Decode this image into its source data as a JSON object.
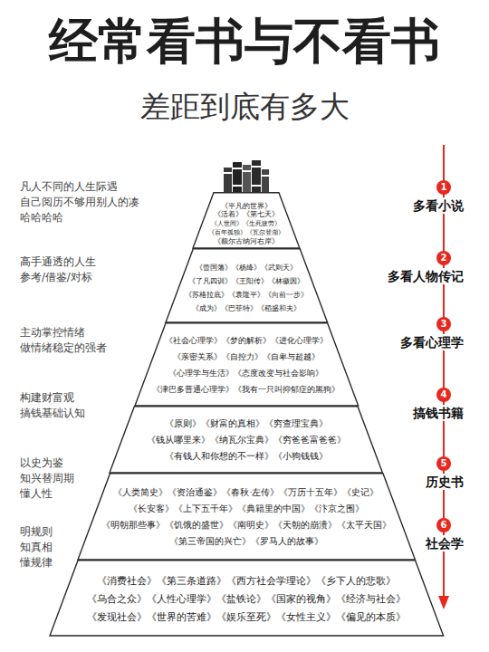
{
  "diagram": {
    "title": "经常看书与不看书",
    "nodes": [
      {
        "text": [
          "《平凡的世界》",
          "《活着》《第七天》",
          "《人世间》《生死疲劳》",
          "《百年孤独》《瓦尔登湖》",
          "《额尔古纳河右岸》"
        ]
      },
      {
        "text": [
          "《曾国藩》《杨绛》《武则天》",
          "《了凡四训》《王阳传》《林徽因》",
          "《苏格拉底》《袁隆平》《向前一步》",
          "《成为》《巴菲特》《稻盛和夫》"
        ]
      },
      {
        "text": [
          "《社会心理学》《梦的解析》《进化心理学》",
          "《亲密关系》《自控力》《自卑与超越》",
          "《心理学与生活》《态度改变与社会影响》",
          "《津巴多普通心理学》《我有一只叫抑郁症的黑狗》"
        ]
      },
      {
        "text": [
          "《原则》《财富的真相》《穷查理宝典》",
          "《钱从哪里来》《纳瓦尔宝典》《穷爸爸富爸爸》",
          "《有钱人和你想的不一样》《小狗钱钱》"
        ]
      },
      {
        "text": [
          "《人类简史》《资治通鉴》《春秋·左传》《万历十五年》《史记》",
          "《长安客》《上下五千年》《典籍里的中国》《汴京之围》",
          "《明朝那些事》《饥饿的盛世》《南明史》《天朝的崩溃》《太平天国》",
          "《第三帝国的兴亡》《罗马人的故事》"
        ]
      },
      {
        "text": [
          "《消费社会》《第三条道路》《西方社会学理论》《乡下人的悲歌》",
          "《乌合之众》《人性心理学》《盐铁论》《国家的视角》《经济与社会》",
          "《发现社会》《世界的苦难》《娱乐至死》《女性主义》《偏见的本质》"
        ]
      }
    ],
    "labels": [
      "差距到底有多大",
      "凡人不同的人生际遇",
      "自己阅历不够用别人的凑",
      "哈哈哈哈",
      "1",
      "多看小说",
      "高手通透的人生",
      "参考/借鉴/对标",
      "2",
      "多看人物传记",
      "主动掌控情绪",
      "做情绪稳定的强者",
      "3",
      "多看心理学",
      "构建财富观",
      "搞钱基础认知",
      "4",
      "搞钱书籍",
      "以史为鉴",
      "知兴替周期",
      "懂人性",
      "5",
      "历史书",
      "明规则",
      "知真相",
      "懂规律",
      "6",
      "社会学"
    ]
  }
}
